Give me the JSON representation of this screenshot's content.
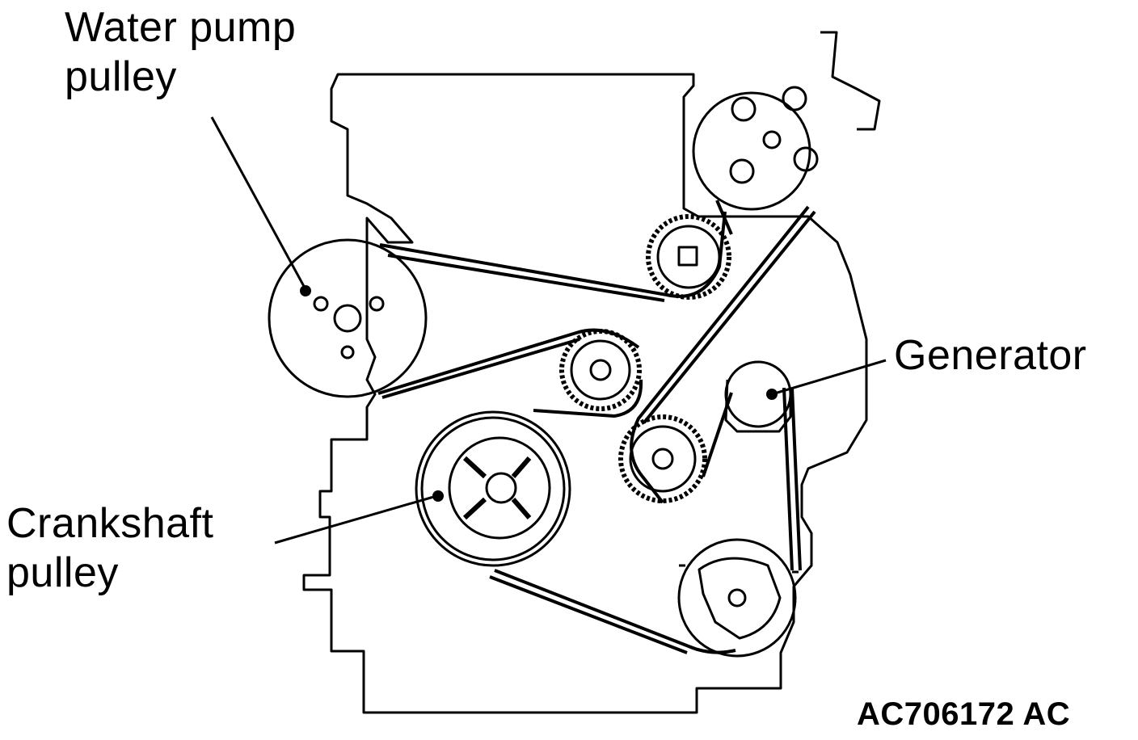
{
  "labels": {
    "water_pump_pulley": "Water pump\npulley",
    "crankshaft_pulley": "Crankshaft\npulley",
    "generator": "Generator"
  },
  "figure_id": "AC706172 AC",
  "colors": {
    "line": "#000000",
    "background": "#ffffff"
  }
}
